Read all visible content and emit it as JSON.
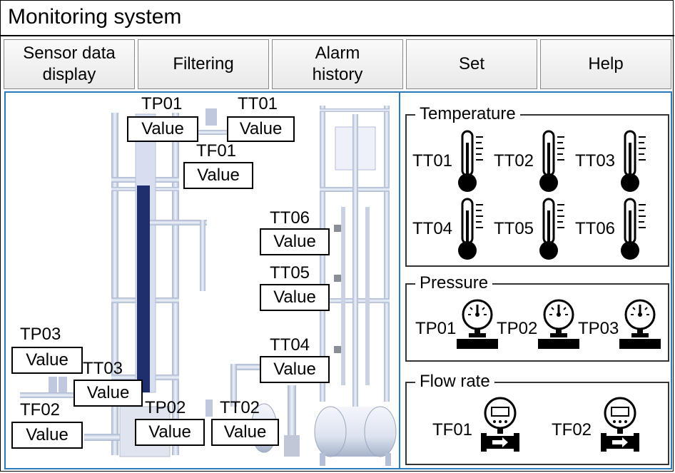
{
  "window": {
    "title": "Monitoring system"
  },
  "menu": [
    {
      "label": "Sensor data\ndisplay"
    },
    {
      "label": "Filtering"
    },
    {
      "label": "Alarm\nhistory"
    },
    {
      "label": "Set"
    },
    {
      "label": "Help"
    }
  ],
  "process": {
    "TP01": {
      "tag": "TP01",
      "value": "Value"
    },
    "TT01": {
      "tag": "TT01",
      "value": "Value"
    },
    "TF01": {
      "tag": "TF01",
      "value": "Value"
    },
    "TT06": {
      "tag": "TT06",
      "value": "Value"
    },
    "TT05": {
      "tag": "TT05",
      "value": "Value"
    },
    "TT04": {
      "tag": "TT04",
      "value": "Value"
    },
    "TP03": {
      "tag": "TP03",
      "value": "Value"
    },
    "TT03": {
      "tag": "TT03",
      "value": "Value"
    },
    "TF02": {
      "tag": "TF02",
      "value": "Value"
    },
    "TP02": {
      "tag": "TP02",
      "value": "Value"
    },
    "TT02": {
      "tag": "TT02",
      "value": "Value"
    }
  },
  "panels": {
    "temperature": {
      "title": "Temperature",
      "sensors": [
        "TT01",
        "TT02",
        "TT03",
        "TT04",
        "TT05",
        "TT06"
      ],
      "icon": "thermometer-icon"
    },
    "pressure": {
      "title": "Pressure",
      "sensors": [
        "TP01",
        "TP02",
        "TP03"
      ],
      "icon": "pressure-gauge-icon"
    },
    "flow": {
      "title": "Flow rate",
      "sensors": [
        "TF01",
        "TF02"
      ],
      "icon": "flow-meter-icon"
    }
  },
  "colors": {
    "panel_border": "#2a7ab8",
    "pipe": "#c9d3e6",
    "column": "#1f2f6e"
  }
}
